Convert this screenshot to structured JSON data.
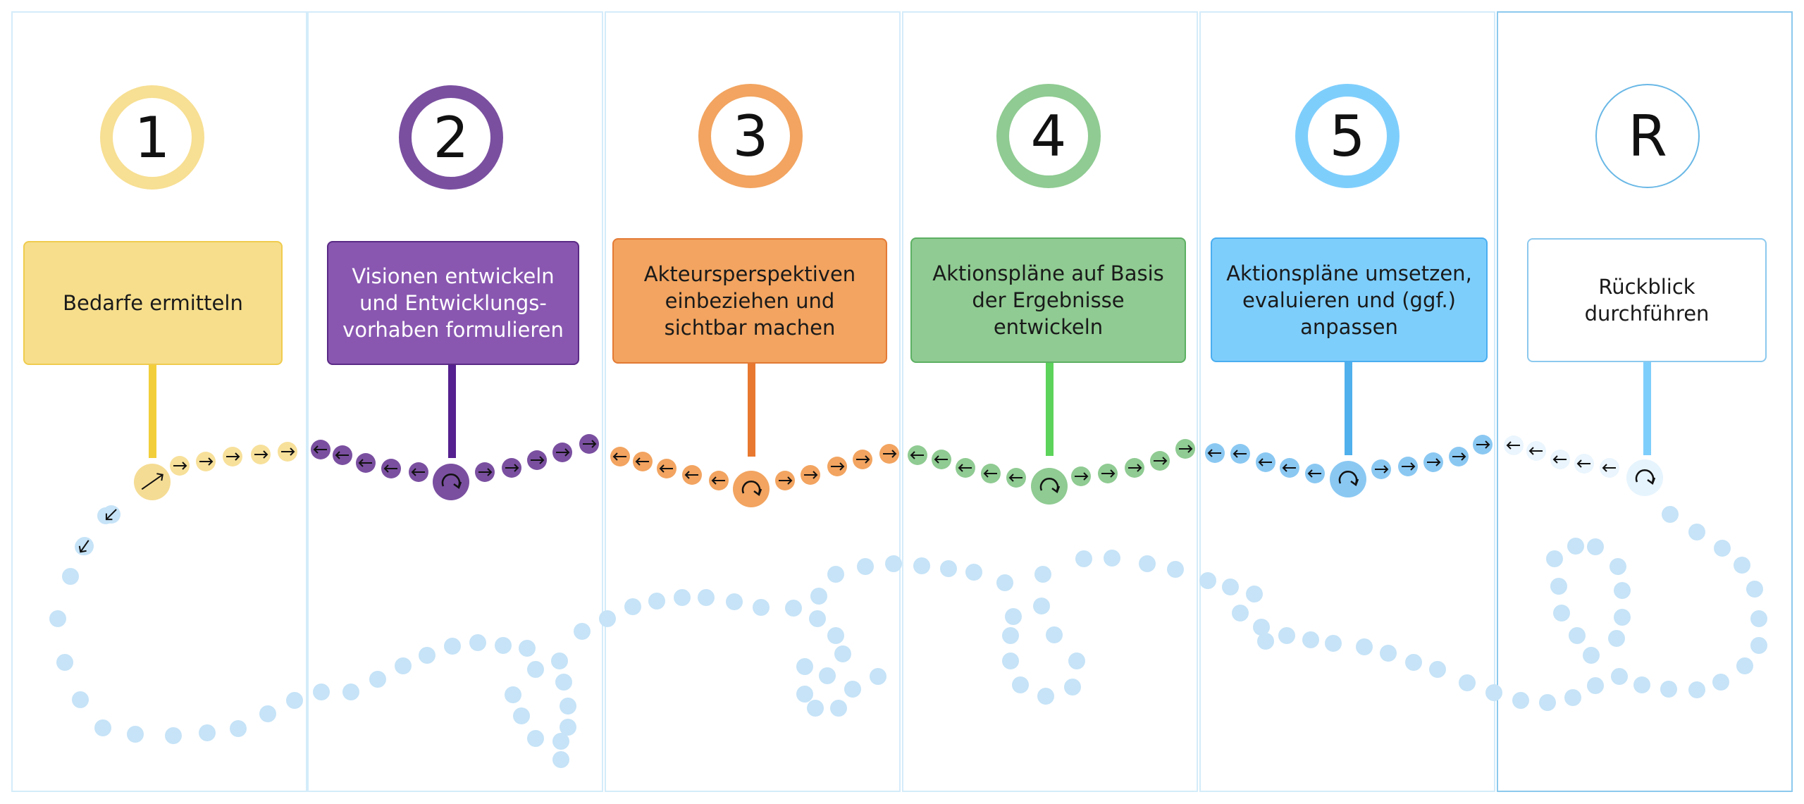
{
  "steps": [
    {
      "number": "1",
      "label": "Bedarfe ermitteln",
      "colors": {
        "ring": "#f7df93",
        "box": "#f6de8c",
        "box_border": "#f0cc4e",
        "text": "#1a1a1a",
        "stem": "#f2cf3a",
        "dot": "#f7e09a",
        "hub": "#f5dc94"
      }
    },
    {
      "number": "2",
      "label": "Visionen entwickeln und Entwicklungs-vorhaben formulieren",
      "colors": {
        "ring": "#7a4fa0",
        "box": "#8957b0",
        "box_border": "#5a2a85",
        "text": "#ffffff",
        "stem": "#55208f",
        "dot": "#7a4fa0",
        "hub": "#7a4fa0"
      }
    },
    {
      "number": "3",
      "label": "Akteursperspektiven einbeziehen und sichtbar machen",
      "colors": {
        "ring": "#f2a460",
        "box": "#f2a460",
        "box_border": "#e37a35",
        "text": "#1a1a1a",
        "stem": "#e8782f",
        "dot": "#f2a460",
        "hub": "#f2a460"
      }
    },
    {
      "number": "4",
      "label": "Aktionspläne auf Basis der Ergebnisse entwickeln",
      "colors": {
        "ring": "#8fcb92",
        "box": "#8fcb92",
        "box_border": "#5cb062",
        "text": "#1a1a1a",
        "stem": "#5cd35a",
        "dot": "#8fcb92",
        "hub": "#8fcb92"
      }
    },
    {
      "number": "5",
      "label": "Aktionspläne umsetzen, evaluieren und (ggf.) anpassen",
      "colors": {
        "ring": "#7ecefc",
        "box": "#7ecefc",
        "box_border": "#4aaef0",
        "text": "#1a1a1a",
        "stem": "#4fb0ec",
        "dot": "#8ac8f2",
        "hub": "#8ac8f2"
      }
    },
    {
      "number": "R",
      "label": "Rückblick durchführen",
      "colors": {
        "ring": "#6ab8e6",
        "box": "#ffffff",
        "box_border": "#8cc9ee",
        "text": "#1a1a1a",
        "stem": "#7ecefc",
        "dot": "#eaf5fd",
        "hub": "#e6f4fd"
      }
    }
  ],
  "loop_color": "#c6e3f7",
  "icons": {
    "arrow": "arrow-icon",
    "cycle": "cycle-arrow-icon"
  }
}
